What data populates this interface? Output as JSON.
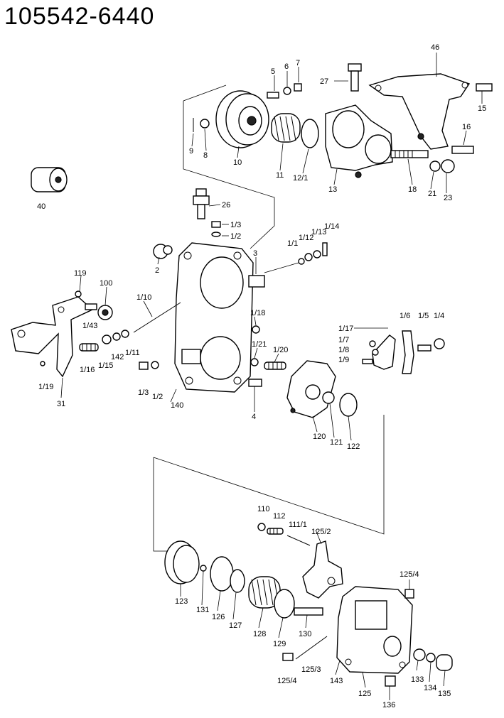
{
  "title": "105542-6440",
  "labels": {
    "l46": "46",
    "l5": "5",
    "l6": "6",
    "l7": "7",
    "l27": "27",
    "l15a": "15",
    "l9": "9",
    "l8": "8",
    "l10": "10",
    "l11": "11",
    "l12_1": "12/1",
    "l13": "13",
    "l16": "16",
    "l18": "18",
    "l21": "21",
    "l23": "23",
    "l40": "40",
    "l26": "26",
    "l1_3a": "1/3",
    "l1_2a": "1/2",
    "l3": "3",
    "l2": "2",
    "l1_11": "1/1",
    "l1_12": "1/12",
    "l1_13": "1/13",
    "l1_14": "1/14",
    "l119": "119",
    "l100": "100",
    "l1_10": "1/10",
    "l1_43": "1/43",
    "l1_18": "1/18",
    "l1_21": "1/21",
    "l1_20": "1/20",
    "l1_16": "1/16",
    "l1_15": "1/15",
    "l142": "142",
    "l1_11b": "1/11",
    "l1_19": "1/19",
    "l31": "31",
    "l1_3b": "1/3",
    "l1_2b": "1/2",
    "l140": "140",
    "l4": "4",
    "l120": "120",
    "l121": "121",
    "l122": "122",
    "l1_6": "1/6",
    "l1_5": "1/5",
    "l1_4": "1/4",
    "l1_17": "1/17",
    "l1_7": "1/7",
    "l1_8": "1/8",
    "l1_9": "1/9",
    "l110": "110",
    "l112": "112",
    "l111_1": "111/1",
    "l125_2": "125/2",
    "l125_4a": "125/4",
    "l123": "123",
    "l131": "131",
    "l126": "126",
    "l127": "127",
    "l128": "128",
    "l129": "129",
    "l130": "130",
    "l125_3": "125/3",
    "l125_4b": "125/4",
    "l143": "143",
    "l125": "125",
    "l136": "136",
    "l133": "133",
    "l134": "134",
    "l135": "135"
  }
}
